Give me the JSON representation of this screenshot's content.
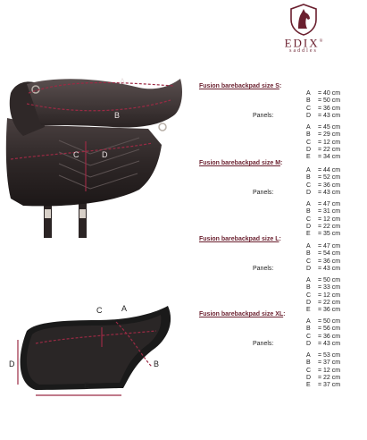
{
  "brand": {
    "name": "EDIX",
    "registered_mark": "®",
    "tagline": "saddles",
    "color": "#6a1f2e"
  },
  "saddle_labels": {
    "a": "A",
    "b": "B",
    "c": "C",
    "d": "D"
  },
  "pad_labels": {
    "a": "A",
    "b": "B",
    "c": "C",
    "d": "D",
    "e": "E"
  },
  "accent_color": "#9b2a44",
  "panels_label": "Panels:",
  "sizes": [
    {
      "title": "Fusion barebackpad size S",
      "suffix": ":",
      "main": [
        {
          "letter": "A",
          "value": "= 40 cm"
        },
        {
          "letter": "B",
          "value": "= 50 cm"
        },
        {
          "letter": "C",
          "value": "= 36 cm"
        },
        {
          "letter": "D",
          "value": "= 43 cm"
        }
      ],
      "panels": [
        {
          "letter": "A",
          "value": "= 45 cm"
        },
        {
          "letter": "B",
          "value": "= 29 cm"
        },
        {
          "letter": "C",
          "value": "= 12 cm"
        },
        {
          "letter": "D",
          "value": "= 22 cm"
        },
        {
          "letter": "E",
          "value": "= 34 cm"
        }
      ]
    },
    {
      "title": "Fusion barebackpad size M",
      "suffix": ":",
      "main": [
        {
          "letter": "A",
          "value": "= 44 cm"
        },
        {
          "letter": "B",
          "value": "= 52 cm"
        },
        {
          "letter": "C",
          "value": "= 36 cm"
        },
        {
          "letter": "D",
          "value": "= 43 cm"
        }
      ],
      "panels": [
        {
          "letter": "A",
          "value": "= 47 cm"
        },
        {
          "letter": "B",
          "value": "= 31 cm"
        },
        {
          "letter": "C",
          "value": "= 12 cm"
        },
        {
          "letter": "D",
          "value": "= 22 cm"
        },
        {
          "letter": "E",
          "value": "= 35 cm"
        }
      ]
    },
    {
      "title": "Fusion barebackpad size L",
      "suffix": ":",
      "main": [
        {
          "letter": "A",
          "value": "= 47 cm"
        },
        {
          "letter": "B",
          "value": "= 54 cm"
        },
        {
          "letter": "C",
          "value": "= 36 cm"
        },
        {
          "letter": "D",
          "value": "= 43 cm"
        }
      ],
      "panels": [
        {
          "letter": "A",
          "value": "= 50 cm"
        },
        {
          "letter": "B",
          "value": "= 33 cm"
        },
        {
          "letter": "C",
          "value": "= 12 cm"
        },
        {
          "letter": "D",
          "value": "= 22 cm"
        },
        {
          "letter": "E",
          "value": "= 36 cm"
        }
      ]
    },
    {
      "title": "Fusion barebackpad size XL",
      "suffix": ":",
      "main": [
        {
          "letter": "A",
          "value": "= 50 cm"
        },
        {
          "letter": "B",
          "value": "= 56 cm"
        },
        {
          "letter": "C",
          "value": "= 36 cm"
        },
        {
          "letter": "D",
          "value": "= 43 cm"
        }
      ],
      "panels": [
        {
          "letter": "A",
          "value": "= 53 cm"
        },
        {
          "letter": "B",
          "value": "= 37 cm"
        },
        {
          "letter": "C",
          "value": "= 12 cm"
        },
        {
          "letter": "D",
          "value": "= 22 cm"
        },
        {
          "letter": "E",
          "value": "= 37 cm"
        }
      ]
    }
  ]
}
